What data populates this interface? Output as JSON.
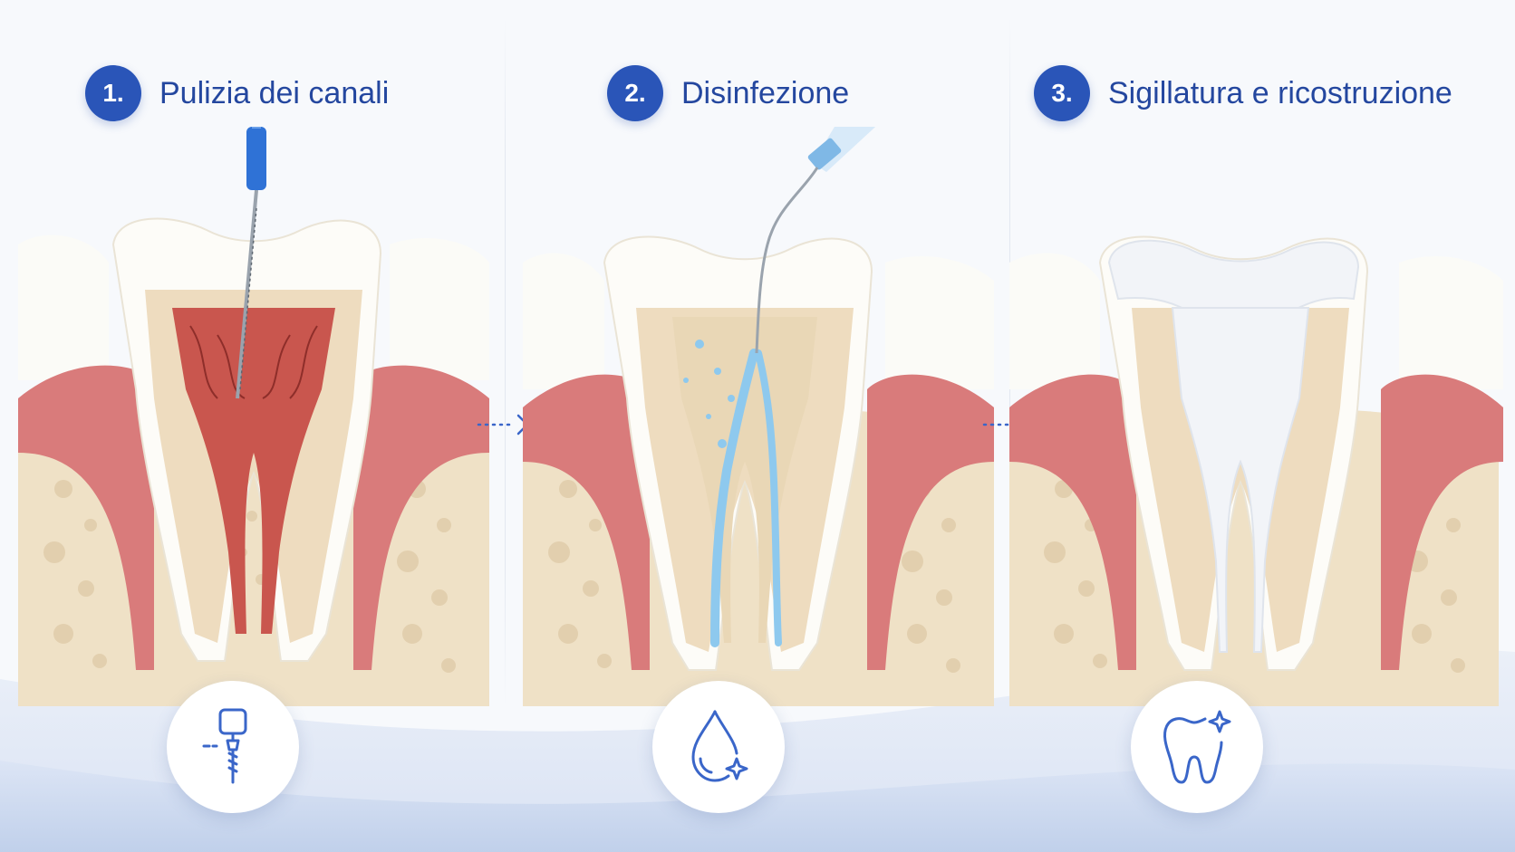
{
  "steps": [
    {
      "number": "1.",
      "title": "Pulizia dei canali",
      "icon": "endodontic-file-icon"
    },
    {
      "number": "2.",
      "title": "Disinfezione",
      "icon": "drop-sparkle-icon"
    },
    {
      "number": "3.",
      "title": "Sigillatura e ricostruzione",
      "icon": "tooth-sparkle-icon"
    }
  ],
  "colors": {
    "accent": "#2a55b8",
    "title_text": "#24479f",
    "gum": "#d97b7b",
    "enamel": "#fdfcf8",
    "dentin": "#eedcbf",
    "bone": "#efe1c6",
    "pulp_infected": "#c9564e",
    "irrigant": "#8ec9ee",
    "filling": "#f2f4f8",
    "icon_stroke": "#3a66c9"
  }
}
